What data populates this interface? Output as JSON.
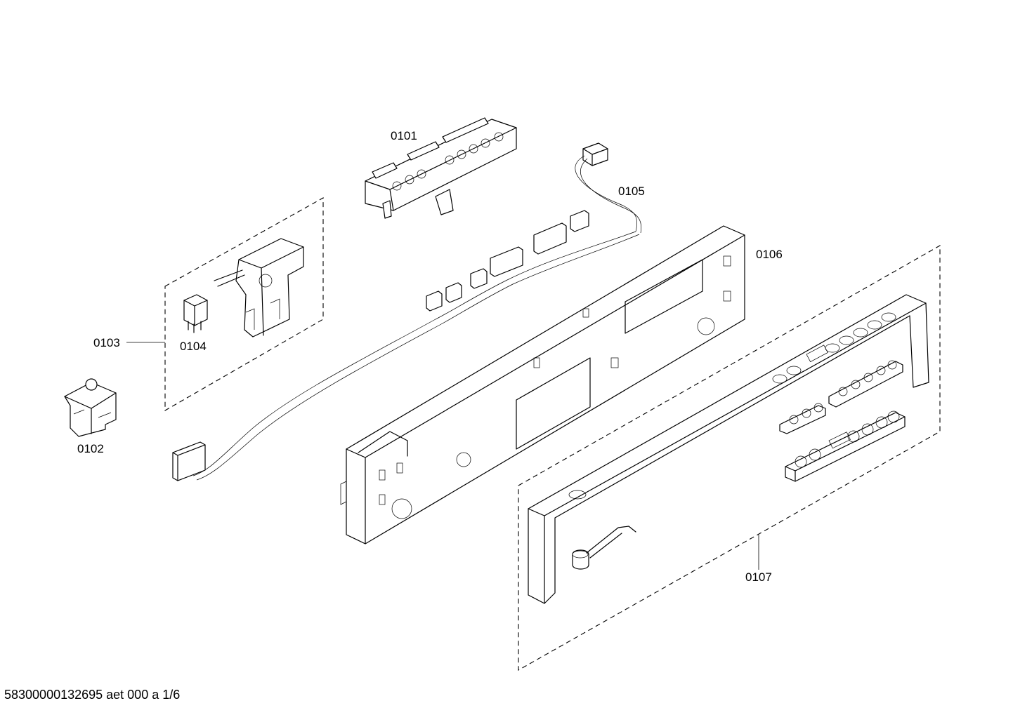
{
  "drawing": {
    "parts": [
      {
        "id": "0101"
      },
      {
        "id": "0102"
      },
      {
        "id": "0103"
      },
      {
        "id": "0104"
      },
      {
        "id": "0105"
      },
      {
        "id": "0106"
      },
      {
        "id": "0107"
      }
    ],
    "footer": "58300000132695 aet 000 a 1/6"
  }
}
